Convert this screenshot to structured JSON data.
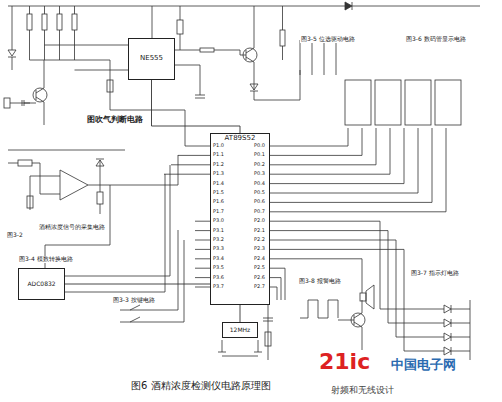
{
  "diagram": {
    "caption": "图6 酒精浓度检测仪电路原理图",
    "nodes": [
      {
        "text": [
          "AT89S52"
        ]
      },
      {
        "text": [
          "NE555"
        ]
      },
      {
        "text": [
          "ADC0832"
        ]
      },
      {
        "text": [
          "12MHz"
        ]
      }
    ],
    "edges": [
      {
        "from": 1,
        "to": 0,
        "arrow": "none"
      },
      {
        "from": 2,
        "to": 0,
        "arrow": "none"
      },
      {
        "from": 3,
        "to": 0,
        "arrow": "none"
      }
    ],
    "labels": [
      "图吹气判断电路",
      "图3-2",
      "酒精浓度信号的采集电路",
      "图3-4 模数转换电路",
      "图3-3 按键电路",
      "图3-5 位选驱动电路",
      "图3-6 数码管显示电路",
      "图3-8 报警电路",
      "图3-7 指示灯电路",
      "P1.0",
      "P1.1",
      "P1.2",
      "P1.3",
      "P1.4",
      "P1.5",
      "P1.6",
      "P1.7",
      "P3.0",
      "P3.1",
      "P3.2",
      "P3.3",
      "P3.4",
      "P3.5",
      "P3.6",
      "P3.7",
      "P0.0",
      "P0.1",
      "P0.2",
      "P0.3",
      "P0.4",
      "P0.5",
      "P0.6",
      "P0.7",
      "P2.0",
      "P2.1",
      "P2.2",
      "P2.3",
      "P2.4",
      "P2.5",
      "P2.6",
      "P2.7",
      "21ic",
      "中国电子网",
      "射频和无线设计"
    ]
  }
}
